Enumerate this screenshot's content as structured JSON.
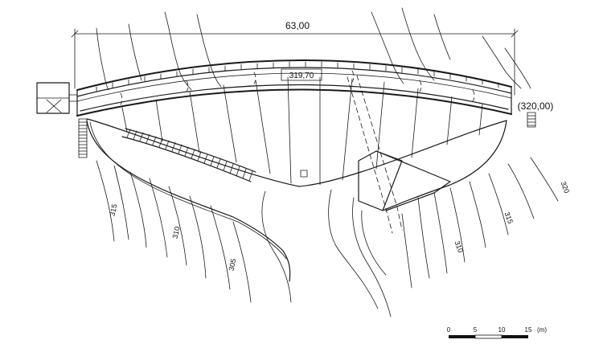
{
  "plan": {
    "crest_length": "63,00",
    "crest_elevation": "319,70",
    "abutment_elevation": "(320,00)"
  },
  "contours": [
    {
      "label": "315",
      "side": "left"
    },
    {
      "label": "310",
      "side": "left"
    },
    {
      "label": "305",
      "side": "left"
    },
    {
      "label": "320",
      "side": "right"
    },
    {
      "label": "315",
      "side": "right"
    },
    {
      "label": "310",
      "side": "right"
    }
  ],
  "scale_bar": {
    "ticks": [
      "0",
      "5",
      "10",
      "15"
    ],
    "unit": "(m)"
  }
}
